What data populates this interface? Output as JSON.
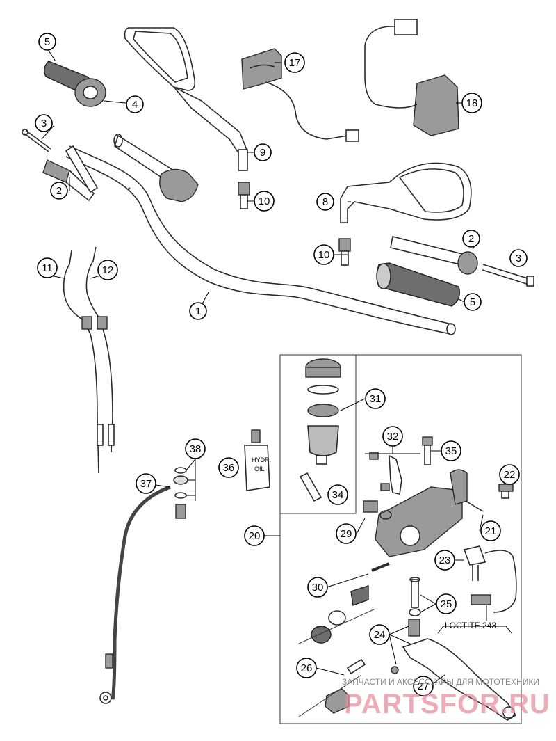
{
  "callouts": [
    {
      "id": "c5a",
      "label": "5"
    },
    {
      "id": "c4",
      "label": "4"
    },
    {
      "id": "c3a",
      "label": "3"
    },
    {
      "id": "c2a",
      "label": "2"
    },
    {
      "id": "c17",
      "label": "17"
    },
    {
      "id": "c18",
      "label": "18"
    },
    {
      "id": "c9",
      "label": "9"
    },
    {
      "id": "c10a",
      "label": "10"
    },
    {
      "id": "c8",
      "label": "8"
    },
    {
      "id": "c2b",
      "label": "2"
    },
    {
      "id": "c3b",
      "label": "3"
    },
    {
      "id": "c10b",
      "label": "10"
    },
    {
      "id": "c5b",
      "label": "5"
    },
    {
      "id": "c11",
      "label": "11"
    },
    {
      "id": "c12",
      "label": "12"
    },
    {
      "id": "c1",
      "label": "1"
    },
    {
      "id": "c31",
      "label": "31"
    },
    {
      "id": "c32",
      "label": "32"
    },
    {
      "id": "c35",
      "label": "35"
    },
    {
      "id": "c38",
      "label": "38"
    },
    {
      "id": "c36",
      "label": "36"
    },
    {
      "id": "c37",
      "label": "37"
    },
    {
      "id": "c34",
      "label": "34"
    },
    {
      "id": "c22",
      "label": "22"
    },
    {
      "id": "c20",
      "label": "20"
    },
    {
      "id": "c29",
      "label": "29"
    },
    {
      "id": "c21",
      "label": "21"
    },
    {
      "id": "c23",
      "label": "23"
    },
    {
      "id": "c30",
      "label": "30"
    },
    {
      "id": "c25",
      "label": "25"
    },
    {
      "id": "c24",
      "label": "24"
    },
    {
      "id": "c26",
      "label": "26"
    },
    {
      "id": "c27",
      "label": "27"
    }
  ],
  "oil_bottle_label": [
    "HYDR.",
    "OIL"
  ],
  "loctite_note": "LOCTITE 243",
  "watermark": {
    "tagline": "ЗАПЧАСТИ И АКСЕССУАРЫ ДЛЯ МОТОТЕХНИКИ",
    "logo_text": "PARTSFOR.RU"
  }
}
